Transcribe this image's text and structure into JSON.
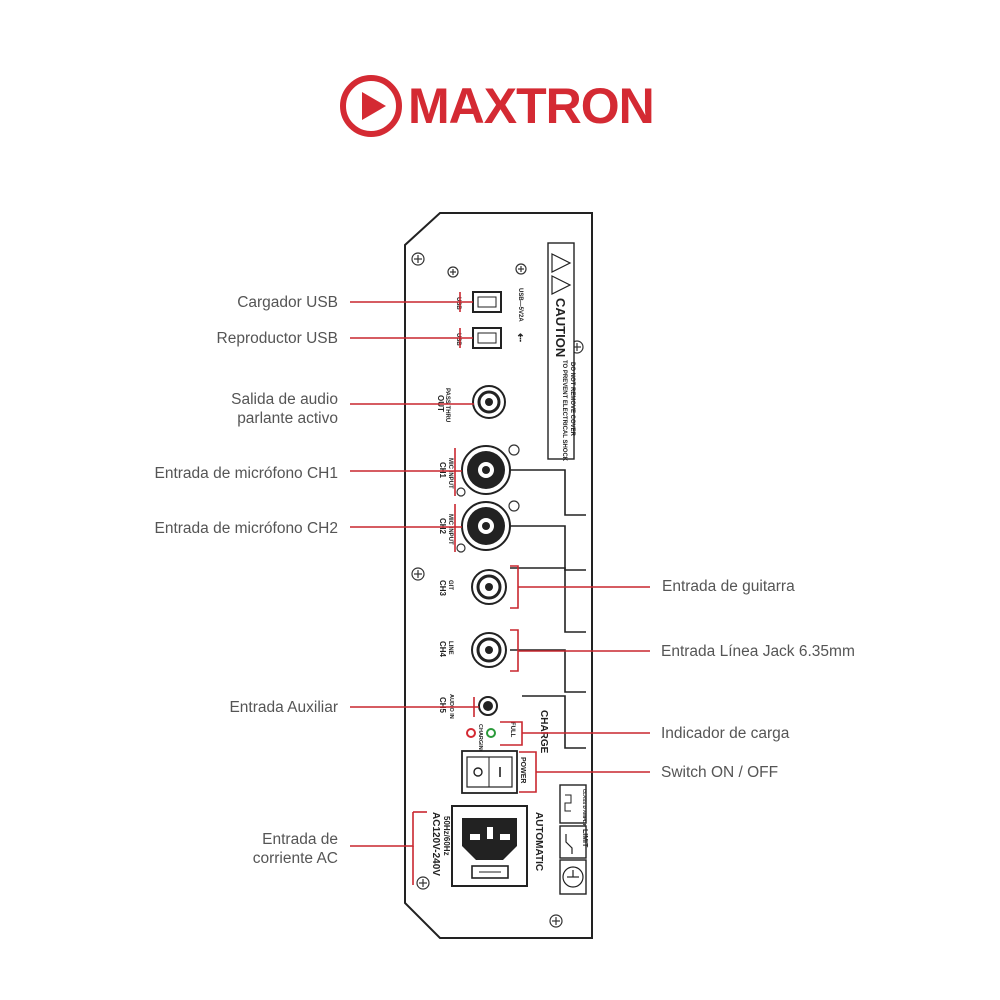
{
  "brand": {
    "name": "MAXTRON",
    "color": "#d42a33"
  },
  "colors": {
    "leader": "#c9272f",
    "panel_stroke": "#222222",
    "label_text": "#555555"
  },
  "labels_left": [
    {
      "id": "usb-charger",
      "text": "Cargador USB"
    },
    {
      "id": "usb-player",
      "text": "Reproductor USB"
    },
    {
      "id": "audio-out",
      "text": "Salida de audio\nparlante activo"
    },
    {
      "id": "mic-ch1",
      "text": "Entrada de micrófono CH1"
    },
    {
      "id": "mic-ch2",
      "text": "Entrada de micrófono CH2"
    },
    {
      "id": "aux-input",
      "text": "Entrada Auxiliar"
    },
    {
      "id": "ac-input",
      "text": "Entrada de\ncorriente AC"
    }
  ],
  "labels_right": [
    {
      "id": "guitar-input",
      "text": "Entrada de guitarra"
    },
    {
      "id": "line-input",
      "text": "Entrada Línea Jack 6.35mm"
    },
    {
      "id": "charge-indicator",
      "text": "Indicador de carga"
    },
    {
      "id": "power-switch",
      "text": "Switch ON / OFF"
    }
  ],
  "panel": {
    "caution_title": "CAUTION",
    "caution_line1": "TO PREVENT ELECTRICAL SHOCK",
    "caution_line2": "DO NOT REMOVE COVER",
    "usb1_label": "USB",
    "usb1_spec": "USB—5V2A",
    "usb2_label": "USB",
    "passthru_label": "PASS THRU",
    "passthru_out": "OUT",
    "mic_input": "MIC INPUT",
    "ch1": "CH1",
    "ch2": "CH2",
    "ch3": "CH3",
    "ch3_sub": "GIT",
    "ch4": "CH4",
    "ch4_sub": "LINE",
    "ch5": "CH5",
    "ch5_sub": "AUDIO IN",
    "charging": "CHARGING",
    "full": "FULL",
    "charge": "CHARGE",
    "power": "POWER",
    "ac_line1": "AC120V-240V",
    "ac_line2": "50Hz/60Hz",
    "automatic": "AUTOMATIC",
    "limit": "LIMIT",
    "class_d": "CLASS D AMPLIFIER"
  }
}
